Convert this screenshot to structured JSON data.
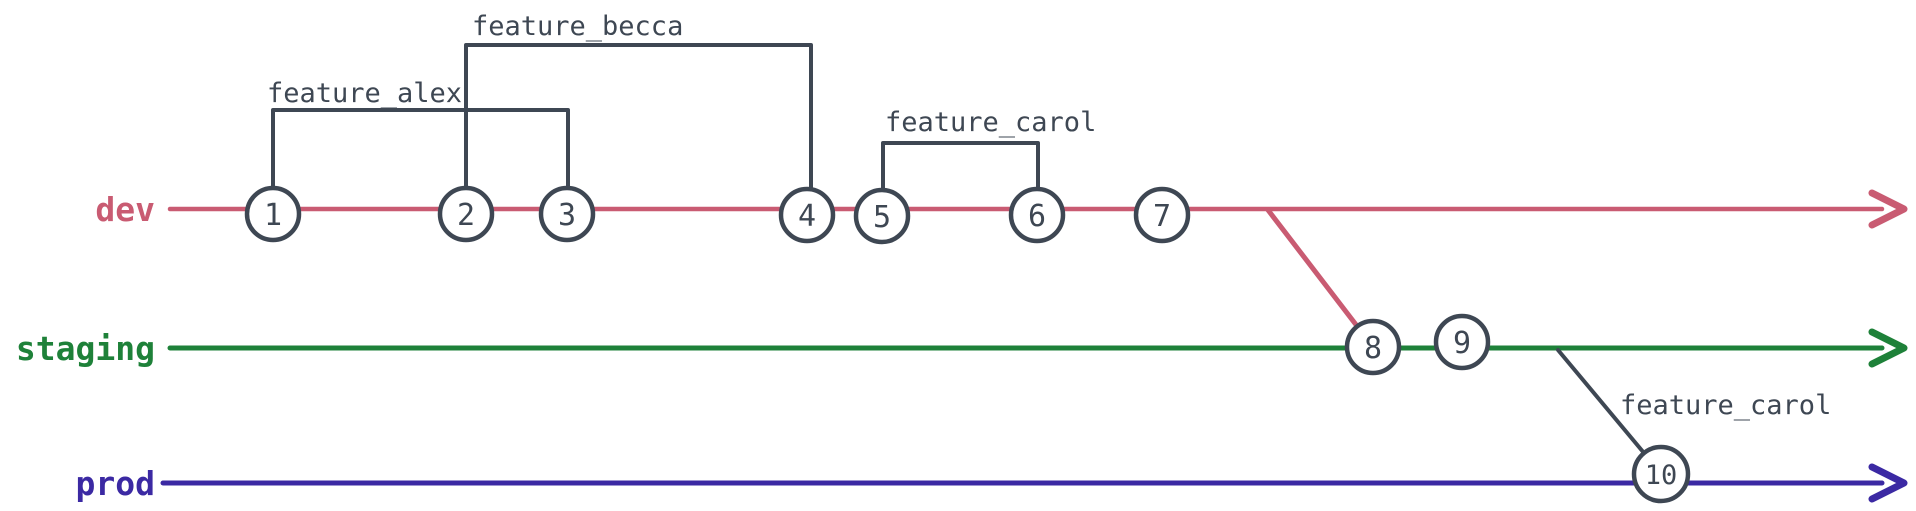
{
  "colors": {
    "background": "#ffffff",
    "ink": "#3e4753",
    "dev": "#c95b72",
    "staging": "#1e8139",
    "prod": "#3b29a3"
  },
  "branches": [
    {
      "name": "dev"
    },
    {
      "name": "staging"
    },
    {
      "name": "prod"
    }
  ],
  "commits": [
    {
      "id": "1",
      "branch": "dev"
    },
    {
      "id": "2",
      "branch": "dev"
    },
    {
      "id": "3",
      "branch": "dev"
    },
    {
      "id": "4",
      "branch": "dev"
    },
    {
      "id": "5",
      "branch": "dev"
    },
    {
      "id": "6",
      "branch": "dev"
    },
    {
      "id": "7",
      "branch": "dev"
    },
    {
      "id": "8",
      "branch": "staging"
    },
    {
      "id": "9",
      "branch": "staging"
    },
    {
      "id": "10",
      "branch": "prod"
    }
  ],
  "features": [
    {
      "label": "feature_alex",
      "style": "bracket",
      "branch": "dev",
      "from_commit": "1",
      "to_commit": "3"
    },
    {
      "label": "feature_becca",
      "style": "bracket",
      "branch": "dev",
      "from_commit": "2",
      "to_commit": "4"
    },
    {
      "label": "feature_carol",
      "style": "bracket",
      "branch": "dev",
      "from_commit": "5",
      "to_commit": "6"
    },
    {
      "label": "feature_carol",
      "style": "merge-edge",
      "from_branch": "staging",
      "to_branch": "prod",
      "to_commit": "10"
    }
  ],
  "merges": [
    {
      "from_branch": "dev",
      "to_branch": "staging",
      "at_commit": "8"
    }
  ]
}
